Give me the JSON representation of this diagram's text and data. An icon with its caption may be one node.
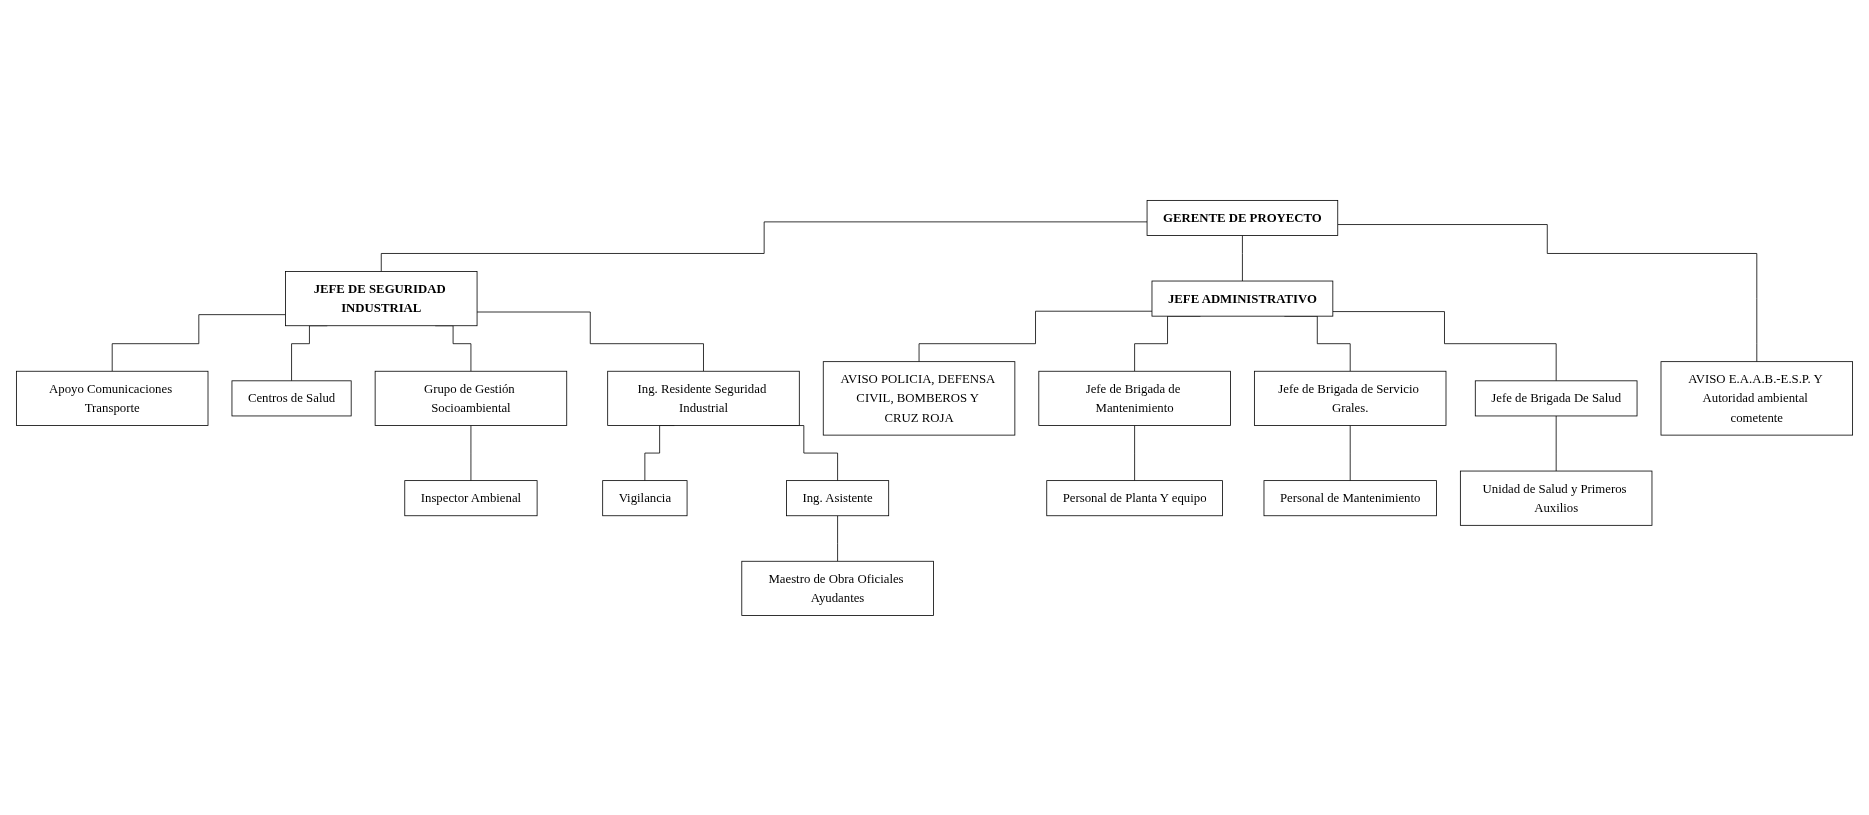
{
  "diagram": {
    "nodes": [
      {
        "text": [
          "JEFE DE SEGURIDAD INDUSTRIAL"
        ]
      },
      {
        "text": [
          "GERENTE DE PROYECTO"
        ]
      },
      {
        "text": [
          "JEFE ADMINISTRATIVO"
        ]
      },
      {
        "text": [
          "Apoyo Comunicaciones Transporte"
        ]
      },
      {
        "text": [
          "Centros de Salud"
        ]
      },
      {
        "text": [
          "AVISO E.A.A.B.-E.S.P. Y Autoridad ambiental cometente"
        ]
      },
      {
        "text": [
          "AVISO POLICIA, DEFENSA CIVIL, BOMBEROS Y CRUZ ROJA"
        ]
      },
      {
        "text": [
          "Jefe de Brigada de Mantenimiento"
        ]
      },
      {
        "text": [
          "Jefe de Brigada de Servicio Grales."
        ]
      },
      {
        "text": [
          "Jefe de Brigada De Salud"
        ]
      },
      {
        "text": [
          "Personal de Planta Y equipo"
        ]
      },
      {
        "text": [
          "Personal de Mantenimiento"
        ]
      },
      {
        "text": [
          "Unidad de Salud y Primeros Auxilios"
        ]
      },
      {
        "text": [
          "Grupo de Gestión Socioambiental"
        ]
      },
      {
        "text": [
          "Ing. Residente Seguridad Industrial"
        ]
      },
      {
        "text": [
          "Inspector Ambienal"
        ]
      },
      {
        "text": [
          "Vigilancia"
        ]
      },
      {
        "text": [
          "Ing. Asistente"
        ]
      },
      {
        "text": [
          "Maestro de Obra Oficiales Ayudantes"
        ]
      }
    ],
    "edges": [
      {
        "from": 1,
        "to": 0,
        "arrow": "none"
      },
      {
        "from": 1,
        "to": 2,
        "arrow": "none"
      },
      {
        "from": 1,
        "to": 5,
        "arrow": "none"
      },
      {
        "from": 2,
        "to": 6,
        "arrow": "none"
      },
      {
        "from": 2,
        "to": 7,
        "arrow": "none"
      },
      {
        "from": 2,
        "to": 8,
        "arrow": "none"
      },
      {
        "from": 2,
        "to": 9,
        "arrow": "none"
      },
      {
        "from": 0,
        "to": 3,
        "arrow": "none"
      },
      {
        "from": 0,
        "to": 4,
        "arrow": "none"
      },
      {
        "from": 0,
        "to": 13,
        "arrow": "none"
      },
      {
        "from": 0,
        "to": 14,
        "arrow": "none"
      },
      {
        "from": 13,
        "to": 15,
        "arrow": "none"
      },
      {
        "from": 14,
        "to": 16,
        "arrow": "none"
      },
      {
        "from": 14,
        "to": 17,
        "arrow": "none"
      },
      {
        "from": 17,
        "to": 18,
        "arrow": "none"
      },
      {
        "from": 7,
        "to": 10,
        "arrow": "none"
      },
      {
        "from": 8,
        "to": 11,
        "arrow": "none"
      },
      {
        "from": 9,
        "to": 12,
        "arrow": "none"
      }
    ]
  }
}
